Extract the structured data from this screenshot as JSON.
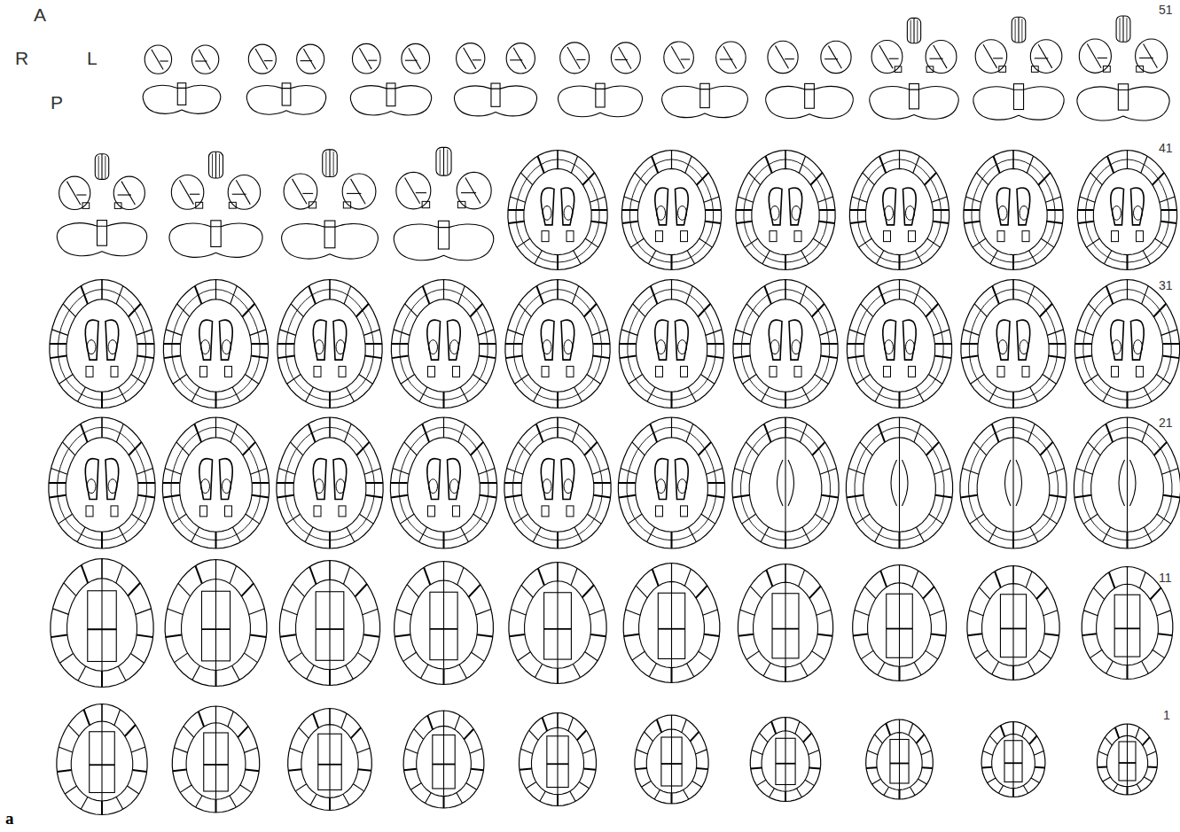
{
  "diagram": {
    "labels": [
      "A",
      "R",
      "L",
      "P",
      "51",
      "41",
      "31",
      "21",
      "11",
      "1",
      "a"
    ]
  }
}
